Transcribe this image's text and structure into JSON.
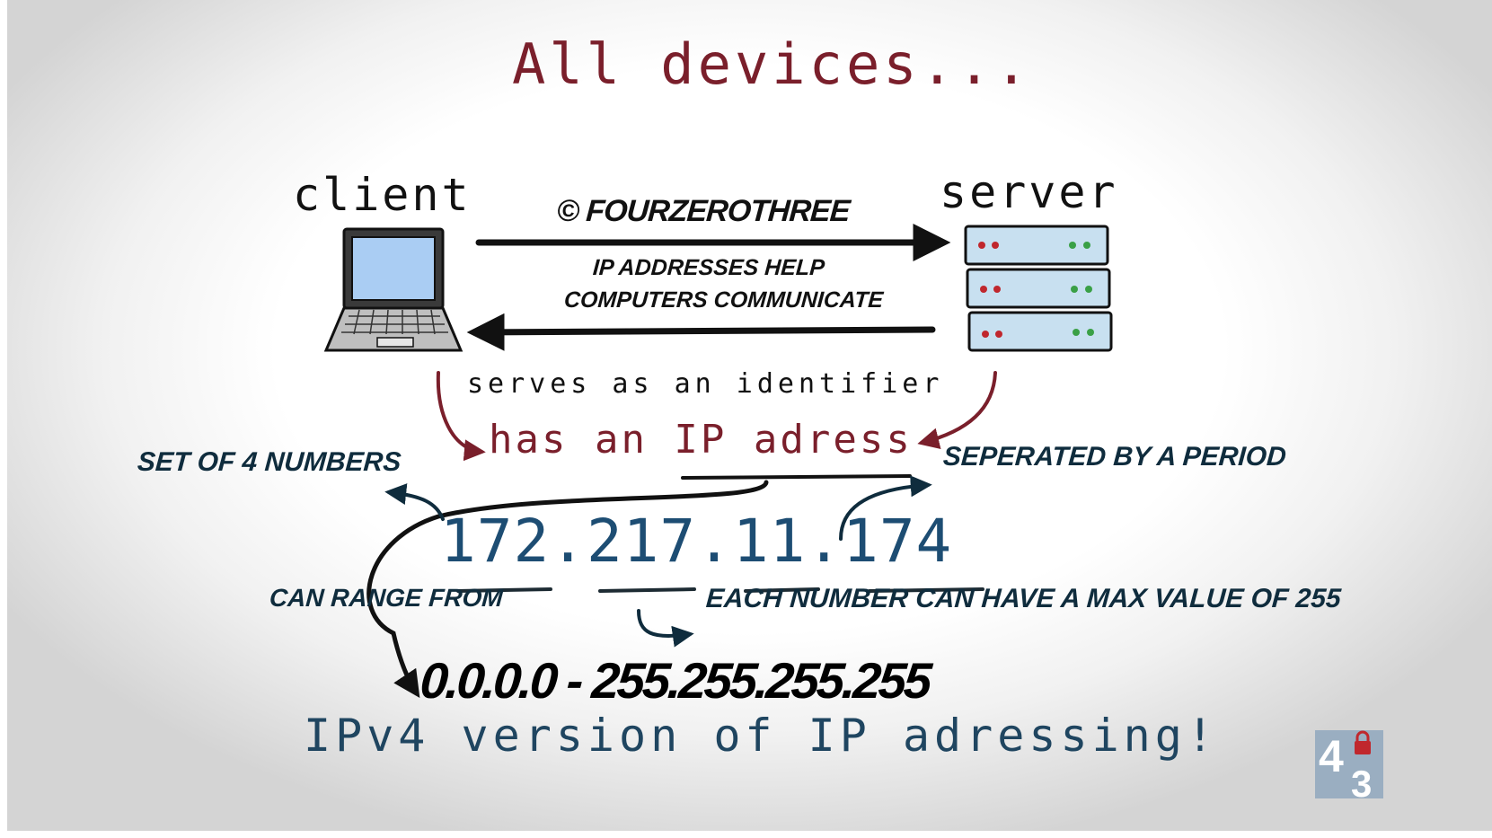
{
  "title": "All devices...",
  "client": {
    "label": "client",
    "icon": "laptop-icon"
  },
  "server": {
    "label": "server",
    "icon": "server-rack-icon"
  },
  "watermark": "© FOURZEROTHREE",
  "arrow_note": {
    "line1": "IP ADDRESSES HELP",
    "line2": "COMPUTERS COMMUNICATE"
  },
  "identifier_text": "serves as an identifier",
  "has_ip_text": "has an IP adress",
  "annotations": {
    "set_of_numbers": "SET OF 4 NUMBERS",
    "separated": "SEPERATED BY A PERIOD",
    "can_range": "CAN RANGE FROM",
    "max_value": "EACH NUMBER CAN HAVE A MAX VALUE OF 255"
  },
  "ip_example": "172.217.11.174",
  "range_text": "0.0.0.0 - 255.255.255.255",
  "footer_text": "IPv4 version of IP adressing!",
  "logo": {
    "icon": "fourzerothree-logo",
    "digit_top": "4",
    "digit_bottom": "3"
  },
  "colors": {
    "accent_red": "#7a1f2b",
    "accent_blue": "#1d4d73",
    "navy": "#0f2c3d",
    "server_fill": "#c8e0f0",
    "screen_fill": "#aacdf3",
    "led_red": "#c0272d",
    "led_green": "#3aa046"
  }
}
